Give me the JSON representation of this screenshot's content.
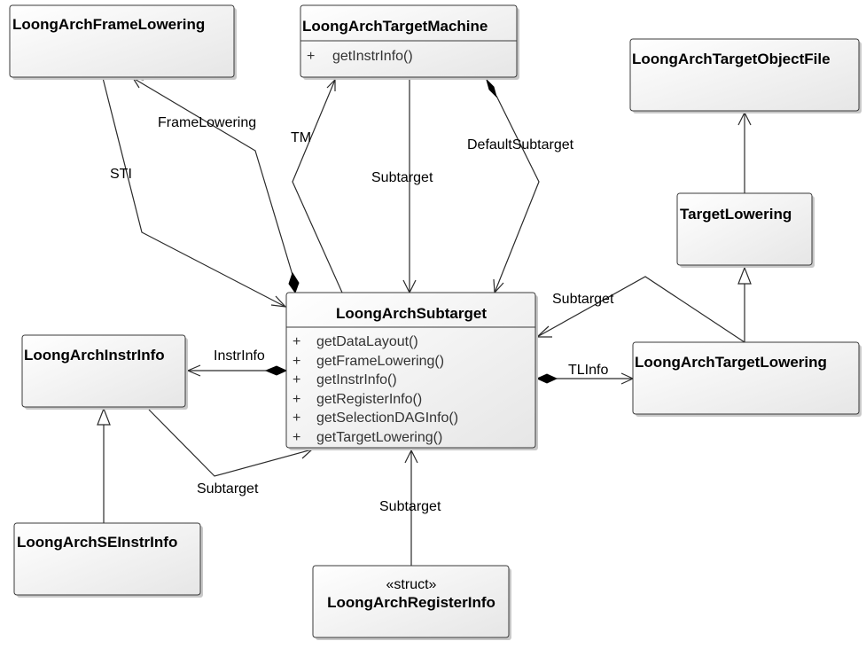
{
  "classes": {
    "frame_lowering": {
      "name": "LoongArchFrameLowering"
    },
    "target_machine": {
      "name": "LoongArchTargetMachine",
      "operations": [
        {
          "vis": "+",
          "sig": "getInstrInfo()"
        }
      ]
    },
    "target_object_file": {
      "name": "LoongArchTargetObjectFile"
    },
    "target_lowering_base": {
      "name": "TargetLowering"
    },
    "subtarget": {
      "name": "LoongArchSubtarget",
      "operations": [
        {
          "vis": "+",
          "sig": "getDataLayout()"
        },
        {
          "vis": "+",
          "sig": "getFrameLowering()"
        },
        {
          "vis": "+",
          "sig": "getInstrInfo()"
        },
        {
          "vis": "+",
          "sig": "getRegisterInfo()"
        },
        {
          "vis": "+",
          "sig": "getSelectionDAGInfo()"
        },
        {
          "vis": "+",
          "sig": "getTargetLowering()"
        }
      ]
    },
    "instr_info": {
      "name": "LoongArchInstrInfo"
    },
    "target_lowering": {
      "name": "LoongArchTargetLowering"
    },
    "se_instr_info": {
      "name": "LoongArchSEInstrInfo"
    },
    "register_info": {
      "name": "LoongArchRegisterInfo",
      "stereotype": "«struct»"
    }
  },
  "edges": {
    "sti": {
      "label": "STI",
      "kind": "association"
    },
    "frame_lowering": {
      "label": "FrameLowering",
      "kind": "composition"
    },
    "tm": {
      "label": "TM",
      "kind": "association"
    },
    "subtarget_tm": {
      "label": "Subtarget",
      "kind": "association"
    },
    "default_subtarget": {
      "label": "DefaultSubtarget",
      "kind": "composition"
    },
    "tl_generalization": {
      "label": "",
      "kind": "association"
    },
    "tl_subtarget": {
      "label": "Subtarget",
      "kind": "association"
    },
    "tl_info": {
      "label": "TLInfo",
      "kind": "composition"
    },
    "tl_inheritance": {
      "label": "",
      "kind": "generalization"
    },
    "instr_info": {
      "label": "InstrInfo",
      "kind": "composition"
    },
    "instr_subtarget": {
      "label": "Subtarget",
      "kind": "association"
    },
    "se_inheritance": {
      "label": "",
      "kind": "generalization"
    },
    "reg_subtarget": {
      "label": "Subtarget",
      "kind": "association"
    }
  }
}
